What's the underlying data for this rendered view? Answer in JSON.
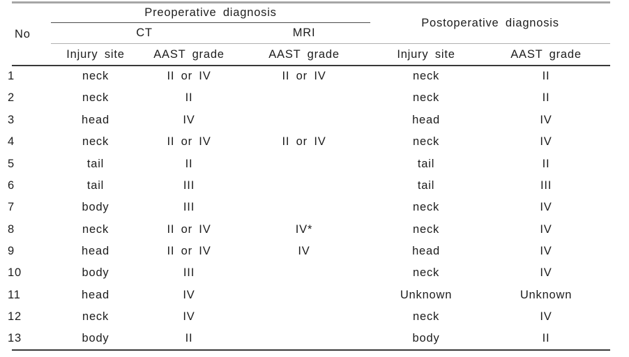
{
  "table": {
    "headers": {
      "no_label": "No",
      "preoperative_label": "Preoperative diagnosis",
      "postoperative_label": "Postoperative diagnosis",
      "ct_label": "CT",
      "mri_label": "MRI",
      "ct_injury_site_label": "Injury site",
      "ct_aast_grade_label": "AAST grade",
      "mri_aast_grade_label": "AAST grade",
      "post_injury_site_label": "Injury site",
      "post_aast_grade_label": "AAST grade"
    },
    "rows": [
      {
        "no": "1",
        "ct_injury_site": "neck",
        "ct_aast_grade": "II or IV",
        "mri_aast_grade": "II or IV",
        "post_injury_site": "neck",
        "post_aast_grade": "II"
      },
      {
        "no": "2",
        "ct_injury_site": "neck",
        "ct_aast_grade": "II",
        "mri_aast_grade": "",
        "post_injury_site": "neck",
        "post_aast_grade": "II"
      },
      {
        "no": "3",
        "ct_injury_site": "head",
        "ct_aast_grade": "IV",
        "mri_aast_grade": "",
        "post_injury_site": "head",
        "post_aast_grade": "IV"
      },
      {
        "no": "4",
        "ct_injury_site": "neck",
        "ct_aast_grade": "II or IV",
        "mri_aast_grade": "II or IV",
        "post_injury_site": "neck",
        "post_aast_grade": "IV"
      },
      {
        "no": "5",
        "ct_injury_site": "tail",
        "ct_aast_grade": "II",
        "mri_aast_grade": "",
        "post_injury_site": "tail",
        "post_aast_grade": "II"
      },
      {
        "no": "6",
        "ct_injury_site": "tail",
        "ct_aast_grade": "III",
        "mri_aast_grade": "",
        "post_injury_site": "tail",
        "post_aast_grade": "III"
      },
      {
        "no": "7",
        "ct_injury_site": "body",
        "ct_aast_grade": "III",
        "mri_aast_grade": "",
        "post_injury_site": "neck",
        "post_aast_grade": "IV"
      },
      {
        "no": "8",
        "ct_injury_site": "neck",
        "ct_aast_grade": "II or IV",
        "mri_aast_grade": "IV*",
        "post_injury_site": "neck",
        "post_aast_grade": "IV"
      },
      {
        "no": "9",
        "ct_injury_site": "head",
        "ct_aast_grade": "II or IV",
        "mri_aast_grade": "IV",
        "post_injury_site": "head",
        "post_aast_grade": "IV"
      },
      {
        "no": "10",
        "ct_injury_site": "body",
        "ct_aast_grade": "III",
        "mri_aast_grade": "",
        "post_injury_site": "neck",
        "post_aast_grade": "IV"
      },
      {
        "no": "11",
        "ct_injury_site": "head",
        "ct_aast_grade": "IV",
        "mri_aast_grade": "",
        "post_injury_site": "Unknown",
        "post_aast_grade": "Unknown"
      },
      {
        "no": "12",
        "ct_injury_site": "neck",
        "ct_aast_grade": "IV",
        "mri_aast_grade": "",
        "post_injury_site": "neck",
        "post_aast_grade": "IV"
      },
      {
        "no": "13",
        "ct_injury_site": "body",
        "ct_aast_grade": "II",
        "mri_aast_grade": "",
        "post_injury_site": "body",
        "post_aast_grade": "II"
      }
    ],
    "colors": {
      "top_rule": "#a6a6a6",
      "light_rule": "#b0b0b0",
      "medium_rule": "#4a4a4a",
      "heavy_rule": "#383838",
      "text": "#1c1c1c"
    }
  }
}
